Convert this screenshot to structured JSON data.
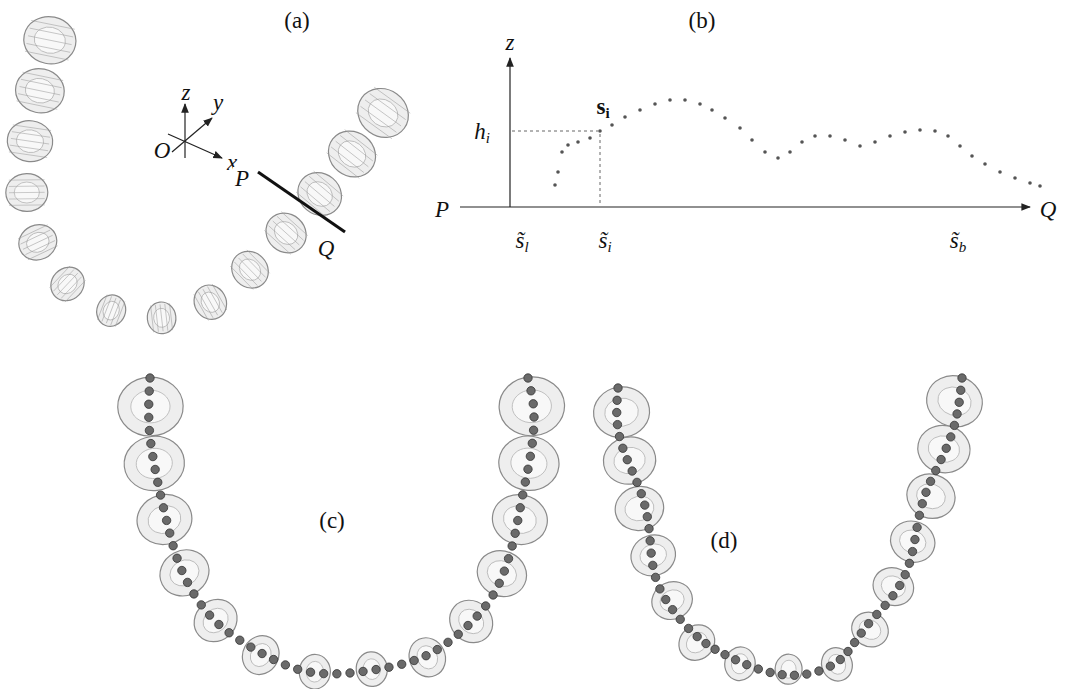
{
  "diagram": {
    "labels": [
      "(a)",
      "z",
      "y",
      "x",
      "O",
      "P",
      "Q",
      "(b)",
      "z",
      "hi",
      "si",
      "P",
      "Q",
      "s̃l",
      "s̃i",
      "s̃b",
      "(c)",
      "(d)"
    ]
  }
}
